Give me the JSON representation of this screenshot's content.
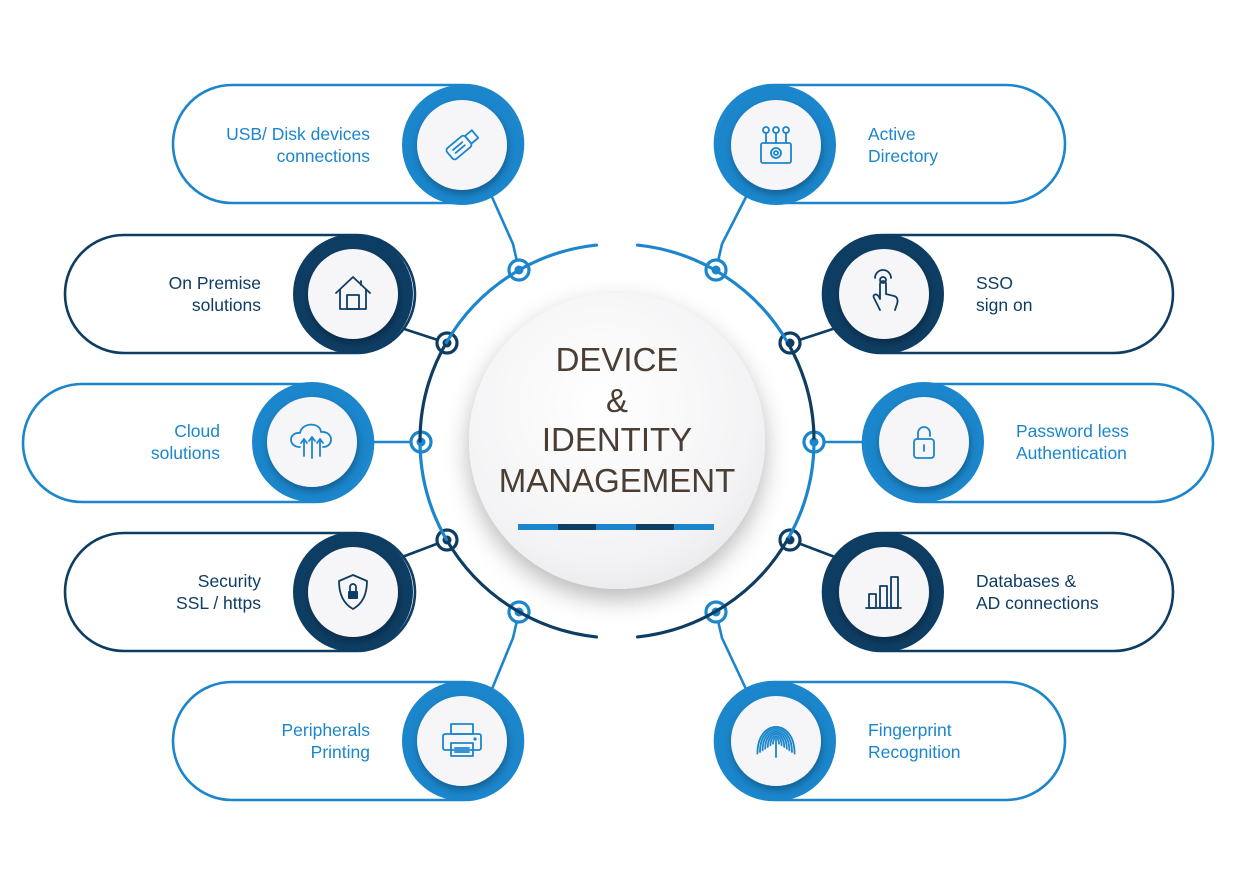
{
  "colors": {
    "light_blue": "#1b86cc",
    "dark_blue": "#0e3d63",
    "title_text": "#4a3d33",
    "icon_bg": "#f6f6f8"
  },
  "center": {
    "title_lines": [
      "DEVICE",
      "&",
      "IDENTITY",
      "MANAGEMENT"
    ]
  },
  "items": [
    {
      "id": "usb-disk-devices",
      "lines": [
        "USB/ Disk devices",
        "connections"
      ],
      "icon": "usb-drive-icon",
      "tone": "light_blue"
    },
    {
      "id": "on-premise",
      "lines": [
        "On Premise",
        "solutions"
      ],
      "icon": "house-icon",
      "tone": "dark_blue"
    },
    {
      "id": "cloud",
      "lines": [
        "Cloud",
        "solutions"
      ],
      "icon": "cloud-upload-icon",
      "tone": "light_blue"
    },
    {
      "id": "security",
      "lines": [
        "Security",
        "SSL / https"
      ],
      "icon": "shield-lock-icon",
      "tone": "dark_blue"
    },
    {
      "id": "peripherals",
      "lines": [
        "Peripherals",
        "Printing"
      ],
      "icon": "printer-icon",
      "tone": "light_blue"
    },
    {
      "id": "active-directory",
      "lines": [
        "Active",
        "Directory"
      ],
      "icon": "directory-network-icon",
      "tone": "light_blue"
    },
    {
      "id": "sso",
      "lines": [
        "SSO",
        "sign on"
      ],
      "icon": "touch-hand-icon",
      "tone": "dark_blue"
    },
    {
      "id": "passwordless",
      "lines": [
        "Password less",
        "Authentication"
      ],
      "icon": "unlocked-padlock-icon",
      "tone": "light_blue"
    },
    {
      "id": "databases",
      "lines": [
        "Databases &",
        "AD connections"
      ],
      "icon": "bar-chart-icon",
      "tone": "dark_blue"
    },
    {
      "id": "fingerprint",
      "lines": [
        "Fingerprint",
        "Recognition"
      ],
      "icon": "fingerprint-icon",
      "tone": "light_blue"
    }
  ]
}
